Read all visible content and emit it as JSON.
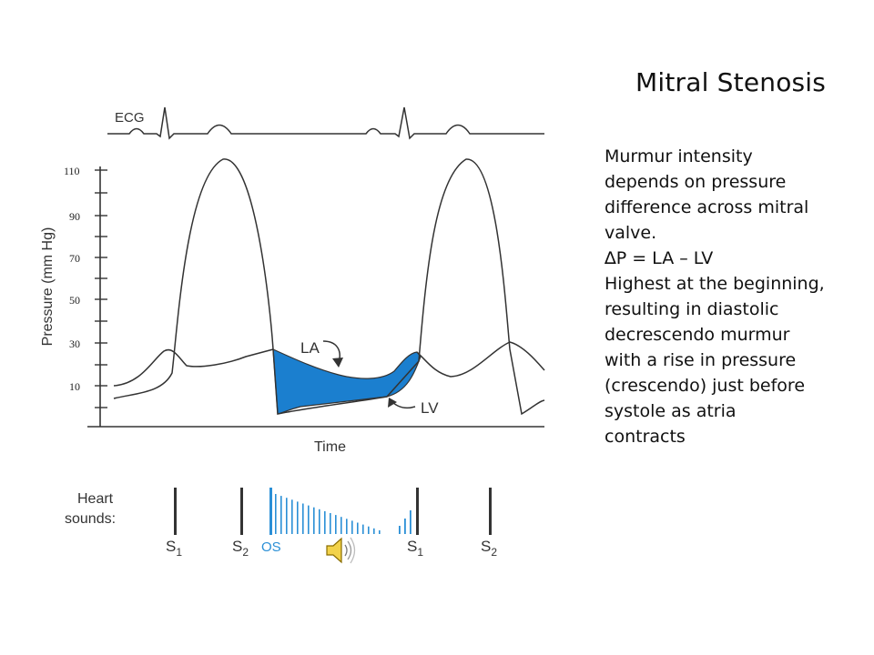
{
  "slide": {
    "title": "Mitral Stenosis",
    "lines": [
      "Murmur intensity",
      "depends on pressure",
      "difference across mitral",
      "valve.",
      "∆P = LA – LV",
      "Highest at the beginning,",
      "resulting in diastolic",
      "decrescendo murmur",
      "with a rise in pressure",
      "(crescendo) just before",
      "systole as atria",
      "contracts"
    ]
  },
  "diagram": {
    "ecg_label": "ECG",
    "y_axis_label": "Pressure (mm Hg)",
    "x_axis_label": "Time",
    "y_ticks": [
      "110",
      "90",
      "70",
      "50",
      "30",
      "10"
    ],
    "la_label": "LA",
    "lv_label": "LV",
    "heart_sounds_label_line1": "Heart",
    "heart_sounds_label_line2": "sounds:",
    "s1_base": "S",
    "s1_sub": "1",
    "s2_base": "S",
    "s2_sub": "2",
    "os_label": "OS",
    "colors": {
      "fill_blue": "#1b7fcf",
      "murmur_blue": "#2a8fd6",
      "line": "#333333"
    }
  },
  "audio": {
    "icon": "speaker-icon"
  }
}
